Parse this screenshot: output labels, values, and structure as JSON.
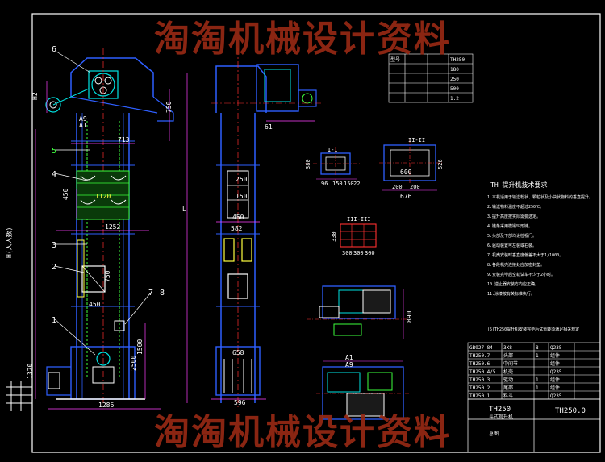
{
  "watermark": "淘淘机械设计资料",
  "colors": {
    "background": "#000000",
    "frame": "#ffffff",
    "machine": "#2e5fff",
    "cyan": "#00e5e5",
    "green": "#3cff3c",
    "yellow": "#ffff40",
    "red": "#ff3030",
    "magenta": "#ff40ff",
    "watermark": "#962814"
  },
  "front_view": {
    "balloons": [
      "6",
      "5",
      "4",
      "3",
      "2",
      "1",
      "7",
      "8"
    ],
    "dims": {
      "top_width": "713",
      "belt_width": "1120",
      "mid_width": "1252",
      "base_width": "1286",
      "h_head": "750",
      "h_mid": "750",
      "base_h": "1500",
      "lower": "1320",
      "left_h": "H(人人数)",
      "a9": "A9",
      "a1": "A1",
      "d450": "450",
      "d1450": "450",
      "h2": "H2",
      "d2500": "2500"
    }
  },
  "side_view": {
    "dims": {
      "d61": "61",
      "d250": "250",
      "d150": "150",
      "d450": "450",
      "d582": "582",
      "d658": "658",
      "d596": "596",
      "L": "L"
    }
  },
  "sections": {
    "s1": {
      "title": "I-I",
      "dims": [
        "380",
        "96",
        "150",
        "150",
        "22"
      ]
    },
    "s2": {
      "title": "II-II",
      "dims": [
        "600",
        "526",
        "200",
        "200",
        "676"
      ]
    },
    "s3": {
      "title": "III-III",
      "dims": [
        "330",
        "300",
        "300",
        "300"
      ]
    }
  },
  "spec_table_rows": [
    [
      "型号",
      "",
      "",
      "TH250"
    ],
    [
      "",
      "",
      "",
      "180"
    ],
    [
      "",
      "",
      "",
      "250"
    ],
    [
      "",
      "",
      "",
      "500"
    ],
    [
      "",
      "",
      "",
      "1.2"
    ]
  ],
  "notes": {
    "title": "TH 提升机技术要求",
    "lines": [
      "1.本机适用于输送粉状、颗粒状及小块状物料的垂直提升。",
      "2.输送物料温度不超过250℃。",
      "3.提升高度按实际需要选定。",
      "4.链条采用模锻环形链。",
      "5.头部及下部均设检视门。",
      "6.驱动装置可左装或右装。",
      "7.机壳安装时垂直度偏差不大于1/1000。",
      "8.各段机壳连接处应加密封垫。",
      "9.安装完毕后空载试车不少于2小时。",
      "10.逆止器安装方向应正确。",
      "11.涂漆按有关标准执行。"
    ],
    "footer": "(5)TH250提升机安装完毕后试运转须满足相关规定"
  },
  "bom_rows": [
    {
      "code": "GB927-84",
      "name": "3X8",
      "qty": "8",
      "mat": "Q235"
    },
    {
      "code": "TH250.7",
      "name": "头部",
      "qty": "1",
      "mat": "组件"
    },
    {
      "code": "TH250.6",
      "name": "中间节",
      "qty": "",
      "mat": "组件"
    },
    {
      "code": "TH250.4/5",
      "name": "机壳",
      "qty": "",
      "mat": "Q235"
    },
    {
      "code": "TH250.3",
      "name": "驱动",
      "qty": "1",
      "mat": "组件"
    },
    {
      "code": "TH250.2",
      "name": "尾部",
      "qty": "1",
      "mat": "组件"
    },
    {
      "code": "TH250.1",
      "name": "料斗",
      "qty": "",
      "mat": "Q235"
    }
  ],
  "title_block": {
    "model": "TH250",
    "drawing_no": "TH250.0",
    "name": "斗式提升机",
    "sheet": "总图"
  },
  "drive_dims": {
    "a1": "A1",
    "a9": "A9",
    "d890": "890"
  }
}
